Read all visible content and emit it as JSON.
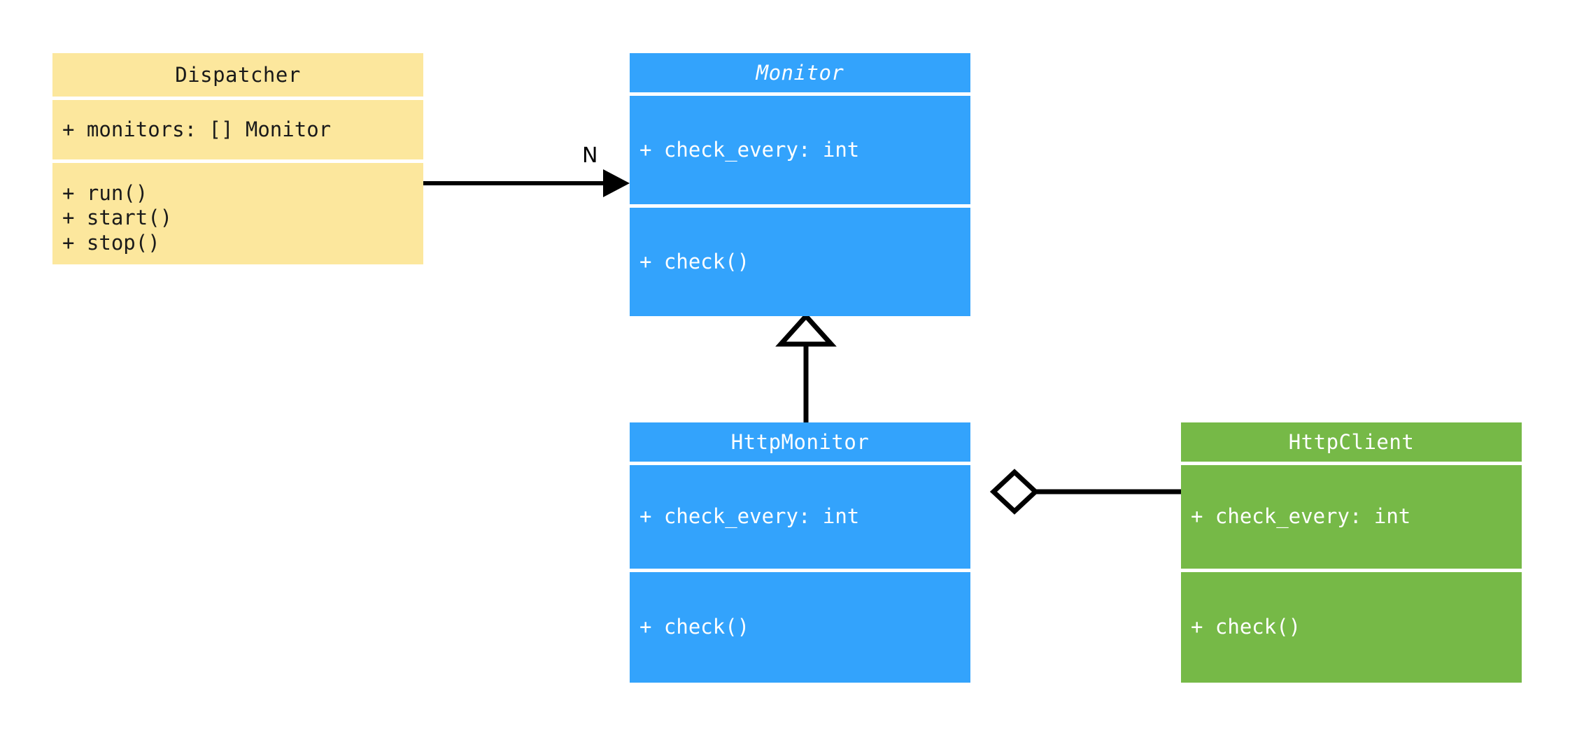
{
  "diagram": {
    "type": "uml-class-diagram",
    "background": "#ffffff"
  },
  "palette": {
    "yellow": "#fce79d",
    "blue": "#33a3fc",
    "green": "#76b947",
    "line": "#000000",
    "text_dark": "#1a1a1a",
    "text_light": "#ffffff"
  },
  "classes": {
    "dispatcher": {
      "name": "Dispatcher",
      "abstract": false,
      "color": "#fce79d",
      "attributes": [
        "+ monitors: [] Monitor"
      ],
      "methods": [
        "+ run()",
        "+ start()",
        "+ stop()"
      ]
    },
    "monitor": {
      "name": "Monitor",
      "abstract": true,
      "color": "#33a3fc",
      "attributes": [
        "+ check_every: int"
      ],
      "methods": [
        "+ check()"
      ]
    },
    "http_monitor": {
      "name": "HttpMonitor",
      "abstract": false,
      "color": "#33a3fc",
      "attributes": [
        "+ check_every: int"
      ],
      "methods": [
        "+ check()"
      ]
    },
    "http_client": {
      "name": "HttpClient",
      "abstract": false,
      "color": "#76b947",
      "attributes": [
        "+ check_every: int"
      ],
      "methods": [
        "+ check()"
      ]
    }
  },
  "relationships": {
    "dispatcher_to_monitor": {
      "kind": "association",
      "from": "Dispatcher",
      "to": "Monitor",
      "label": "N",
      "arrow": "filled-arrowhead"
    },
    "httpmonitor_to_monitor": {
      "kind": "generalization",
      "from": "HttpMonitor",
      "to": "Monitor",
      "label": "",
      "arrow": "hollow-triangle"
    },
    "httpmonitor_to_httpclient": {
      "kind": "aggregation",
      "from": "HttpMonitor",
      "to": "HttpClient",
      "label": "",
      "arrow": "hollow-diamond"
    }
  }
}
